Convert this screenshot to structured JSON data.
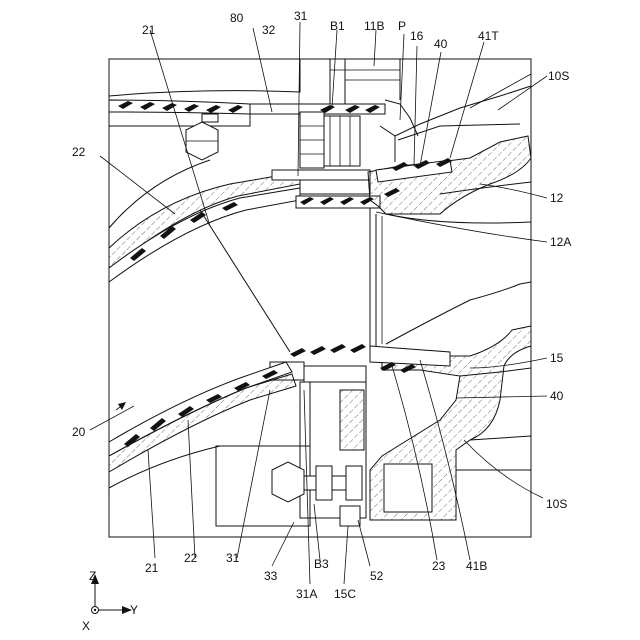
{
  "labels": {
    "l80": "80",
    "l32": "32",
    "l31top": "31",
    "lB1": "B1",
    "l11B": "11B",
    "lP": "P",
    "l16": "16",
    "l40top": "40",
    "l41T": "41T",
    "l10Stop": "10S",
    "l21top": "21",
    "l22top": "22",
    "l12": "12",
    "l12A": "12A",
    "l15": "15",
    "l40mid": "40",
    "l20": "20",
    "l10Sbot": "10S",
    "l21bot": "21",
    "l22bot": "22",
    "l31bot": "31",
    "l33": "33",
    "lB3": "B3",
    "l31A": "31A",
    "l15C": "15C",
    "l52": "52",
    "l23": "23",
    "l41B": "41B"
  },
  "axes": {
    "z": "Z",
    "y": "Y",
    "x": "X"
  }
}
